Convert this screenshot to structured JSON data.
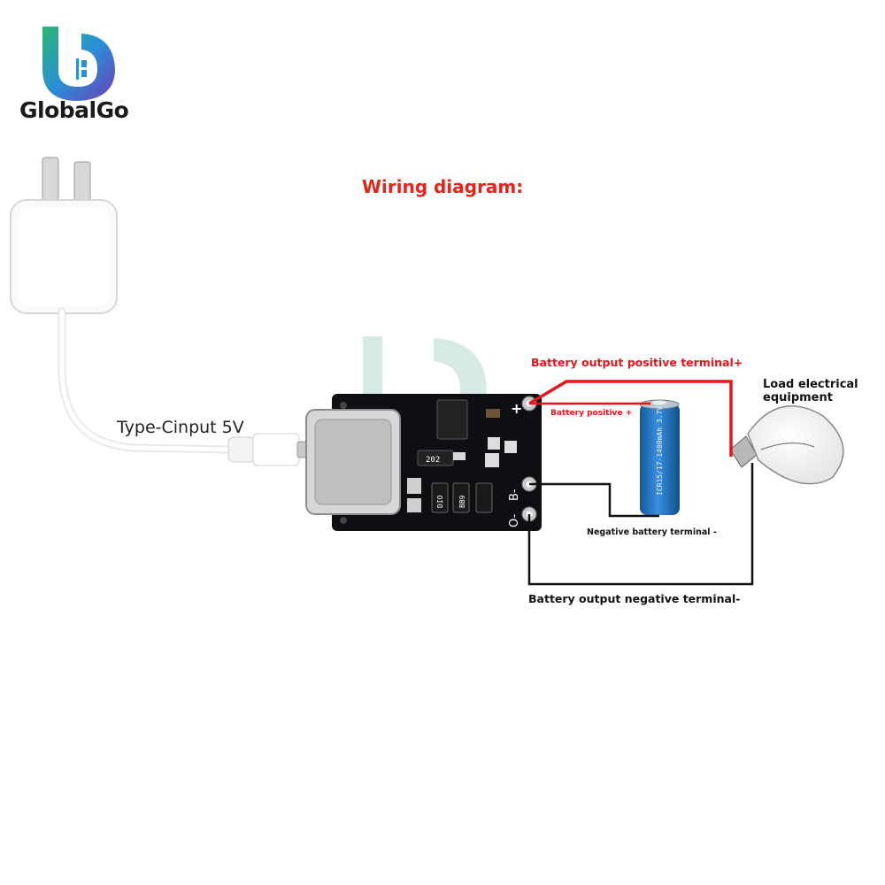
{
  "brand": {
    "name": "GlobalGo"
  },
  "title": "Wiring diagram:",
  "labels": {
    "input": "Type-Cinput 5V",
    "battery_output_positive": "Battery output positive terminal+",
    "battery_positive": "Battery positive +",
    "negative_battery": "Negative battery terminal -",
    "battery_output_negative": "Battery output negative terminal-",
    "load": "Load electrical equipment"
  },
  "board": {
    "pin_plus": "+",
    "pin_b_minus": "B-",
    "pin_o_minus": "O-",
    "chips": [
      "202",
      "DIO",
      "BB9"
    ]
  },
  "battery_print": "ICR15/17-1400mAh 3.7V",
  "colors": {
    "title": "#e3251b",
    "positive_wire": "#e8141c",
    "negative_wire": "#111111",
    "battery_body": "#1f72c4",
    "pcb": "#0d0f12"
  }
}
